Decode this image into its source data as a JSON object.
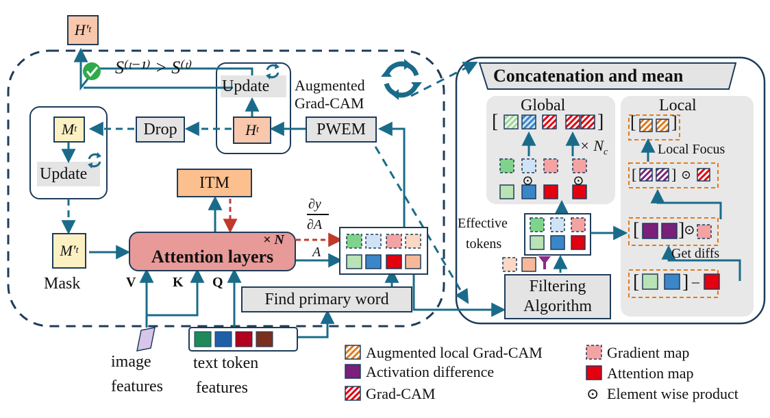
{
  "labels": {
    "h_prime": "H′",
    "h_prime_sub": "t",
    "condition": "S⁽ᵗ⁻¹⁾ > S⁽ᵗ⁾",
    "update_top": "Update",
    "augmented_gradcam": "Augmented",
    "augmented_gradcam_2": "Grad-CAM",
    "pwem": "PWEM",
    "drop": "Drop",
    "m_t": "M",
    "m_t_sub": "t",
    "h_t": "H",
    "h_t_sub": "t",
    "update_left": "Update",
    "itm": "ITM",
    "m_prime": "M′",
    "m_prime_sub": "t",
    "mask": "Mask",
    "attention_layers": "Attention layers",
    "times_n": "× N",
    "dy": "∂y",
    "da": "∂A",
    "a": "A",
    "v": "V",
    "k": "K",
    "q": "Q",
    "find_primary_word": "Find primary word",
    "image_features_1": "image",
    "image_features_2": "features",
    "text_token_1": "text token",
    "text_token_2": "features",
    "concat_mean": "Concatenation and mean",
    "global": "Global",
    "local": "Local",
    "times_nc": "× N",
    "nc_sub": "c",
    "local_focus": "Local Focus",
    "effective_1": "Effective",
    "effective_2": "tokens",
    "filtering_1": "Filtering",
    "filtering_2": "Algorithm",
    "get_diffs": "Get diffs",
    "odot": "⊙",
    "minus": "–"
  },
  "legend": [
    {
      "label": "Augmented local Grad-CAM",
      "icon": "augmented-local-gradcam-icon"
    },
    {
      "label": "Gradient map",
      "icon": "gradient-map-icon"
    },
    {
      "label": "Activation difference",
      "icon": "activation-difference-icon"
    },
    {
      "label": "Attention map",
      "icon": "attention-map-icon"
    },
    {
      "label": "Grad-CAM",
      "icon": "gradcam-icon"
    },
    {
      "label": "Element wise product",
      "icon": "element-wise-product-icon"
    }
  ],
  "colors": {
    "navy": "#1d3b5a",
    "teal": "#1a6b8a",
    "red_dashed": "#c0392b",
    "green": "#b9e3b4",
    "blue": "#3a86c8",
    "red": "#e3000f",
    "purple": "#7a1f7a",
    "pink": "#f4a3a3",
    "token_green": "#1e8a5a",
    "token_blue": "#1f5fa8",
    "token_red": "#b3001b",
    "token_brown": "#7a2f1f"
  }
}
